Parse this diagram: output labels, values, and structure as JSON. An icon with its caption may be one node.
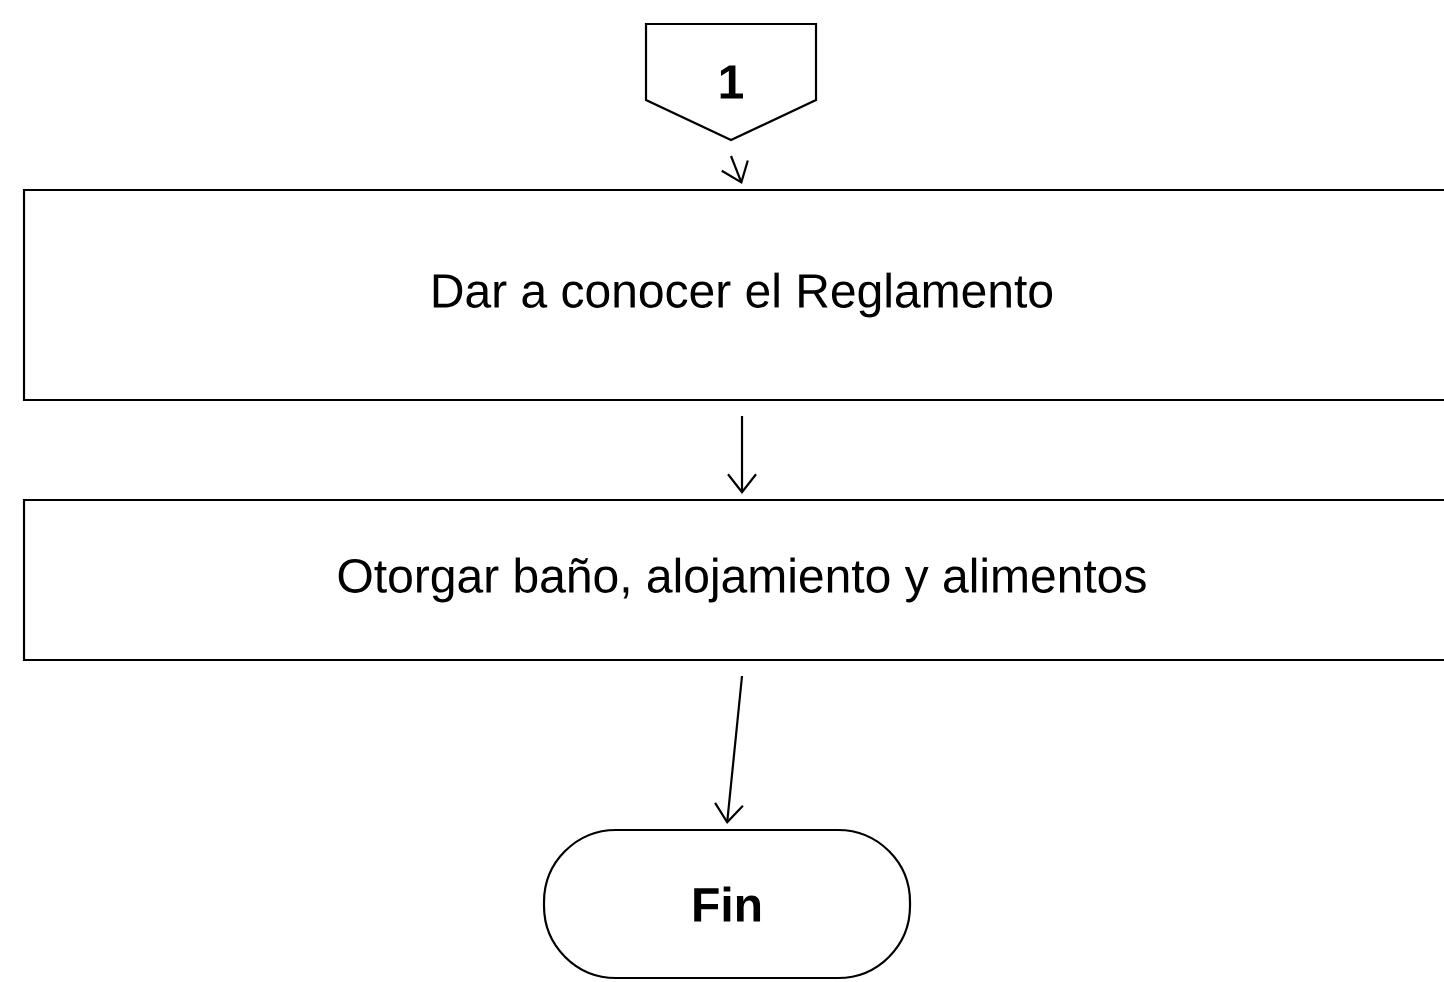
{
  "diagram": {
    "nodes": [
      {
        "text": [
          "1"
        ]
      },
      {
        "text": [
          "Dar a conocer el Reglamento"
        ]
      },
      {
        "text": [
          "Otorgar baño, alojamiento y alimentos"
        ]
      },
      {
        "text": [
          "Fin"
        ]
      }
    ],
    "edges": [
      {
        "from": 0,
        "to": 1,
        "arrow": "to"
      },
      {
        "from": 1,
        "to": 2,
        "arrow": "to"
      },
      {
        "from": 2,
        "to": 3,
        "arrow": "to"
      }
    ]
  }
}
